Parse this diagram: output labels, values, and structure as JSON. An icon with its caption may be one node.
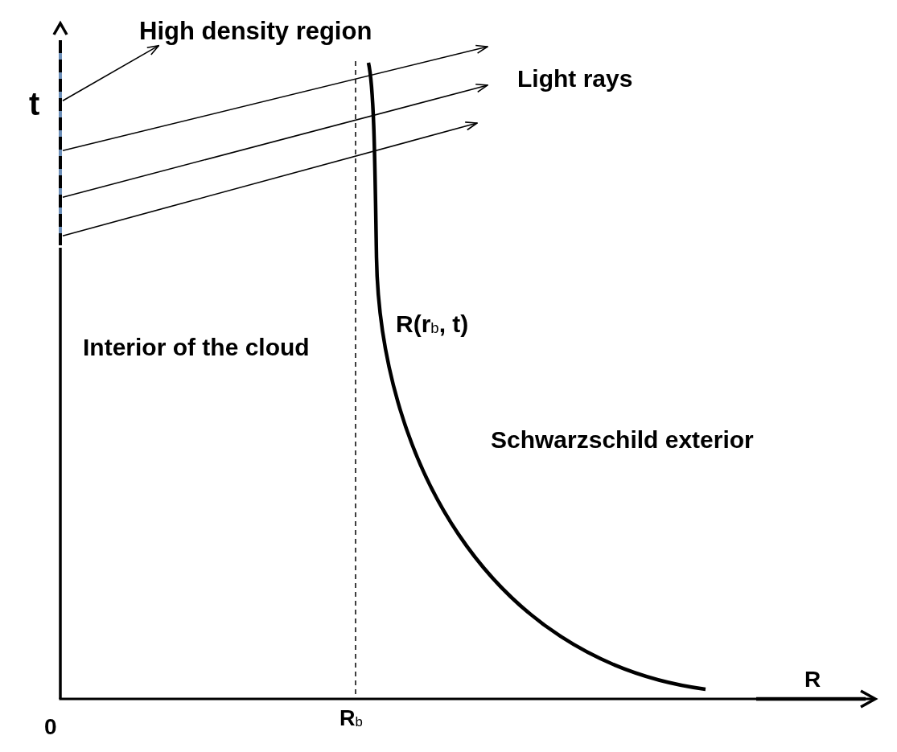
{
  "diagram": {
    "nodes": [
      {
        "text": [
          "High density region"
        ]
      },
      {
        "text": [],
        "shape": "line"
      }
    ],
    "edges": [
      {
        "from": 1,
        "to": 0,
        "arrow": "to"
      },
      {
        "from": 1,
        "to": null,
        "arrow": "to"
      },
      {
        "from": 1,
        "to": null,
        "arrow": "to"
      },
      {
        "from": 1,
        "to": null,
        "arrow": "to"
      }
    ],
    "labels": [
      "Light rays",
      "t",
      "Interior of the cloud",
      "R(r$_{b}$, t)",
      "Schwarzschild exterior",
      "R",
      "0",
      "R$_{b}$"
    ]
  }
}
